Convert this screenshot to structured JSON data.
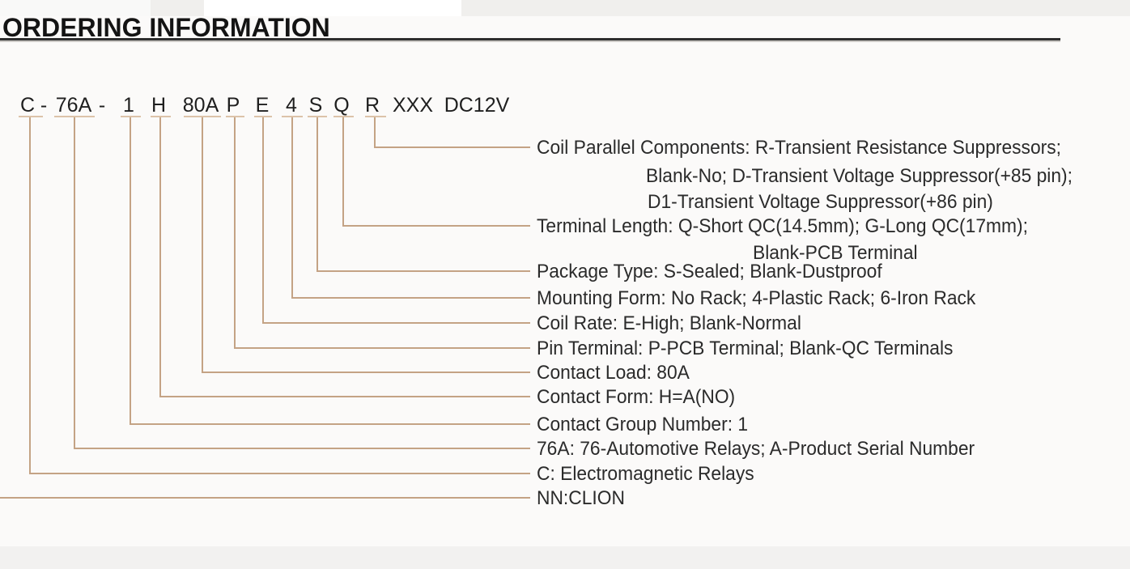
{
  "header": {
    "title": "ORDERING INFORMATION"
  },
  "part_code": {
    "full": "C - 76A - 1 H 80A P E 4 S Q R XXX DC12V",
    "segments": [
      {
        "text": "C"
      },
      {
        "text": "-"
      },
      {
        "text": "76A"
      },
      {
        "text": "-"
      },
      {
        "text": "1"
      },
      {
        "text": "H"
      },
      {
        "text": "80A"
      },
      {
        "text": "P"
      },
      {
        "text": "E"
      },
      {
        "text": "4"
      },
      {
        "text": "S"
      },
      {
        "text": "Q"
      },
      {
        "text": "R"
      },
      {
        "text": "XXX"
      },
      {
        "text": "DC12V"
      }
    ]
  },
  "legend": {
    "rows": [
      {
        "code": "R",
        "text": "Coil Parallel Components: R-Transient Resistance Suppressors;"
      },
      {
        "code": "R",
        "text": "Blank-No; D-Transient Voltage Suppressor(+85 pin);"
      },
      {
        "code": "R",
        "text": "D1-Transient Voltage Suppressor(+86 pin)"
      },
      {
        "code": "Q",
        "text": "Terminal Length: Q-Short QC(14.5mm); G-Long QC(17mm);"
      },
      {
        "code": "Q",
        "text": "Blank-PCB Terminal"
      },
      {
        "code": "S",
        "text": "Package Type: S-Sealed; Blank-Dustproof"
      },
      {
        "code": "4",
        "text": "Mounting Form: No Rack; 4-Plastic Rack; 6-Iron Rack"
      },
      {
        "code": "E",
        "text": "Coil Rate: E-High; Blank-Normal"
      },
      {
        "code": "P",
        "text": "Pin Terminal: P-PCB Terminal; Blank-QC Terminals"
      },
      {
        "code": "80A",
        "text": "Contact Load: 80A"
      },
      {
        "code": "H",
        "text": "Contact Form: H=A(NO)"
      },
      {
        "code": "1",
        "text": "Contact Group Number: 1"
      },
      {
        "code": "76A",
        "text": "76A: 76-Automotive Relays; A-Product Serial Number"
      },
      {
        "code": "C",
        "text": "C: Electromagnetic Relays"
      },
      {
        "code": "NN",
        "text": "NN:CLION"
      }
    ]
  },
  "colors": {
    "connector_line": "#c4a385",
    "tick": "#dcc3a9",
    "title_text": "#141414",
    "title_underline": "#2e2e2e",
    "body_text": "#2b2b2b",
    "background": "#fbfaf9"
  }
}
